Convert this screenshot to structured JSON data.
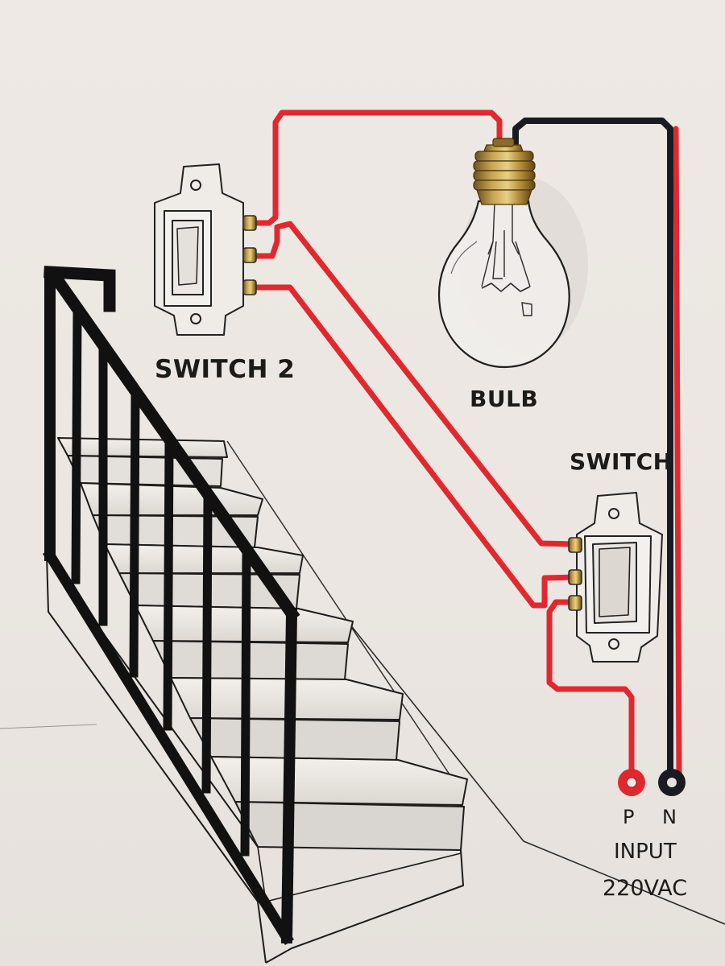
{
  "labels": {
    "switch2": "SWITCH 2",
    "bulb": "BULB",
    "switch": "SWITCH",
    "phase": "P",
    "neutral": "N",
    "input": "INPUT",
    "voltage": "220VAC"
  },
  "colors": {
    "live_wire": "#e2282f",
    "neutral_wire": "#1a1b22",
    "railing": "#111111",
    "bulb_cap": "#b08a3c",
    "background": "#ebe6e1"
  }
}
